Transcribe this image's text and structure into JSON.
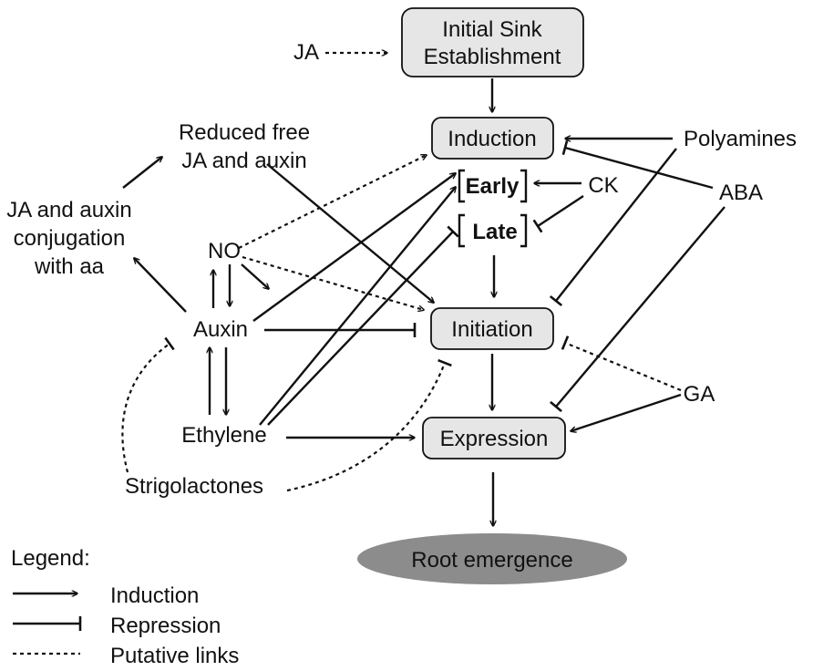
{
  "stages": {
    "initial_sink": [
      "Initial Sink",
      "Establishment"
    ],
    "induction": "Induction",
    "early": "Early",
    "late": "Late",
    "initiation": "Initiation",
    "expression": "Expression",
    "root_emergence": "Root emergence"
  },
  "factors": {
    "ja": "JA",
    "reduced_free": [
      "Reduced free",
      "JA and auxin"
    ],
    "ja_auxin_conjugation": [
      "JA and auxin",
      "conjugation",
      "with aa"
    ],
    "no": "NO",
    "auxin": "Auxin",
    "ethylene": "Ethylene",
    "strigolactones": "Strigolactones",
    "polyamines": "Polyamines",
    "ck": "CK",
    "aba": "ABA",
    "ga": "GA"
  },
  "legend": {
    "title": "Legend:",
    "items": [
      {
        "label": "Induction",
        "style": "arrow"
      },
      {
        "label": "Repression",
        "style": "tee"
      },
      {
        "label": "Putative links",
        "style": "dashed"
      }
    ]
  },
  "colors": {
    "box_fill": "#e6e6e6",
    "ellipse_fill": "#8c8c8c",
    "line": "#111111",
    "background": "#ffffff"
  },
  "edges": [
    {
      "from": "ja",
      "to": "initial_sink",
      "type": "induction",
      "putative": true
    },
    {
      "from": "initial_sink",
      "to": "induction",
      "type": "induction"
    },
    {
      "from": "polyamines",
      "to": "induction",
      "type": "induction"
    },
    {
      "from": "aba",
      "to": "induction",
      "type": "repression"
    },
    {
      "from": "ck",
      "to": "early",
      "type": "induction"
    },
    {
      "from": "ck",
      "to": "late",
      "type": "repression"
    },
    {
      "from": "no",
      "to": "induction",
      "type": "induction",
      "putative": true
    },
    {
      "from": "auxin",
      "to": "early",
      "type": "induction"
    },
    {
      "from": "ethylene",
      "to": "early",
      "type": "induction"
    },
    {
      "from": "ethylene",
      "to": "late",
      "type": "repression"
    },
    {
      "from": "reduced_free",
      "to": "initiation",
      "type": "induction"
    },
    {
      "from": "no",
      "to": "initiation",
      "type": "induction",
      "putative": true
    },
    {
      "from": "auxin",
      "to": "initiation",
      "type": "repression"
    },
    {
      "from": "polyamines",
      "to": "initiation",
      "type": "repression"
    },
    {
      "from": "late",
      "to": "initiation",
      "type": "induction"
    },
    {
      "from": "ga",
      "to": "initiation",
      "type": "repression",
      "putative": true
    },
    {
      "from": "strigolactones",
      "to": "initiation",
      "type": "repression",
      "putative": true
    },
    {
      "from": "strigolactones",
      "to": "auxin",
      "type": "repression",
      "putative": true
    },
    {
      "from": "initiation",
      "to": "expression",
      "type": "induction"
    },
    {
      "from": "ethylene",
      "to": "expression",
      "type": "induction"
    },
    {
      "from": "ga",
      "to": "expression",
      "type": "induction"
    },
    {
      "from": "aba",
      "to": "expression",
      "type": "repression"
    },
    {
      "from": "expression",
      "to": "root_emergence",
      "type": "induction"
    },
    {
      "from": "auxin",
      "to": "no",
      "type": "induction"
    },
    {
      "from": "no",
      "to": "auxin",
      "type": "induction"
    },
    {
      "from": "no",
      "to": "no_target",
      "type": "induction"
    },
    {
      "from": "auxin",
      "to": "ethylene",
      "type": "induction"
    },
    {
      "from": "ethylene",
      "to": "auxin",
      "type": "induction"
    },
    {
      "from": "auxin",
      "to": "ja_auxin_conjugation",
      "type": "induction"
    },
    {
      "from": "ja_auxin_conjugation",
      "to": "reduced_free",
      "type": "induction"
    }
  ]
}
